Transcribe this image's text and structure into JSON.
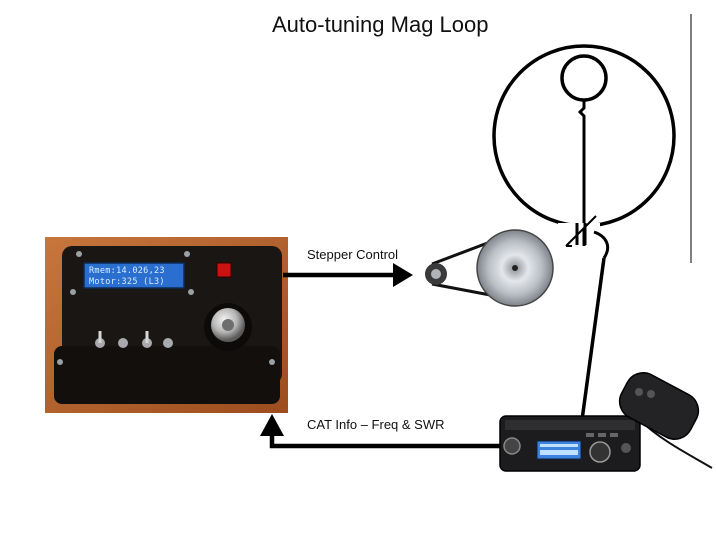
{
  "diagram": {
    "title": "Auto-tuning Mag Loop",
    "labels": {
      "stepper_control": "Stepper Control",
      "cat_info": "CAT Info – Freq & SWR"
    },
    "controller_display": {
      "line1": "Rmem:14.026,23",
      "line2": "Motor:325  (L3)"
    }
  },
  "colors": {
    "line": "#000000",
    "box": "#1a1613",
    "box_background": "#b8602a",
    "lcd": "#2a6fd0",
    "button_red": "#cc1111"
  }
}
